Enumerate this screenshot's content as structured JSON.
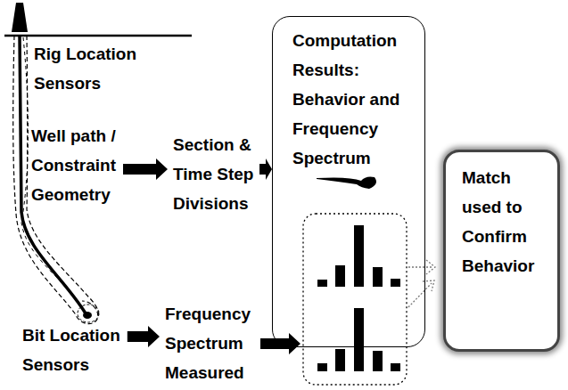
{
  "diagram": {
    "nodes": [
      {
        "text": [
          "Well path / Constraint Geometry"
        ]
      },
      {
        "text": [
          "Section & Time Step Divisions"
        ]
      },
      {
        "text": [
          "Computation Results: Behavior and Frequency Spectrum"
        ]
      },
      {
        "text": [
          "Match used to Confirm Behavior"
        ]
      },
      {
        "text": [
          "Bit Location Sensors"
        ]
      },
      {
        "text": [
          "Frequency Spectrum Measured"
        ]
      }
    ],
    "edges": [
      {
        "from": 0,
        "to": 1,
        "arrow": "to"
      },
      {
        "from": 1,
        "to": 2,
        "arrow": "to"
      },
      {
        "from": 4,
        "to": 5,
        "arrow": "to"
      }
    ],
    "labels": [
      "Rig Location Sensors"
    ]
  }
}
